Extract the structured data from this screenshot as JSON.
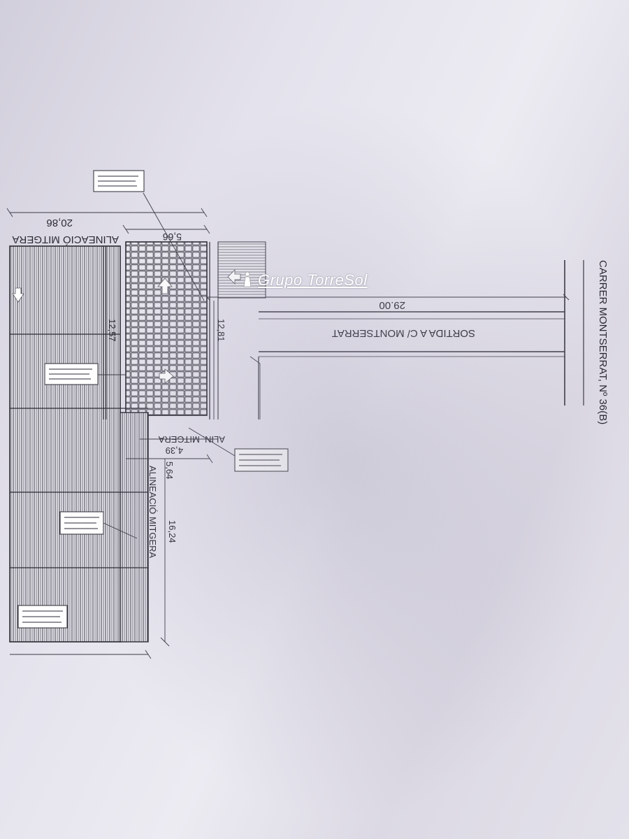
{
  "title": "CARRER MONTSERRAT, Nº 36(B)",
  "labels": {
    "sortida": "SORTIDA A C/ MONTSERRAT",
    "alineacio_mitgera_top": "ALINEACIÓ MITGERA",
    "alineacio_mitgera_right": "ALINEACIÓ MITGERA",
    "alin_mitgera": "ALIN. MITGERA"
  },
  "dimensions": {
    "d_2900": "29.00",
    "d_2086": "20,86",
    "d_566": "5,66",
    "d_1281": "12,81",
    "d_1257": "12,57",
    "d_439": "4,39",
    "d_564": "5,64",
    "d_1624": "16,24"
  },
  "watermark": {
    "text": "Grupo TorreSol"
  },
  "colors": {
    "ink": "#2b2b33",
    "paper": "#e6e4ee",
    "watermark": "#ffffff"
  }
}
